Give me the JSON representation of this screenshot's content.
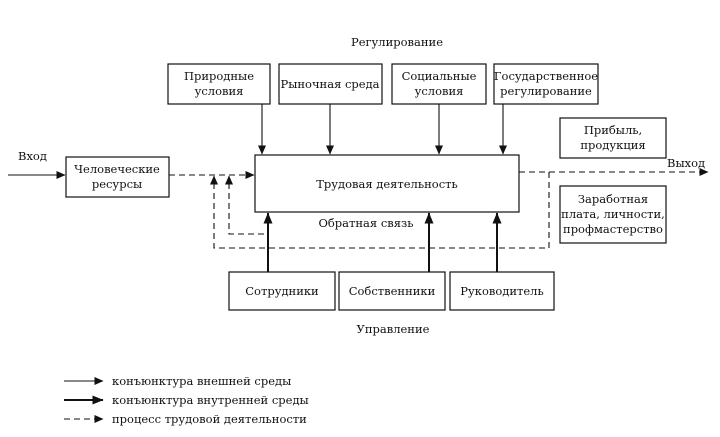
{
  "labels": {
    "top_group": "Регулирование",
    "bottom_group": "Управление",
    "input": "Вход",
    "output": "Выход",
    "feedback": "Обратная связь"
  },
  "boxes": {
    "human_resources": [
      "Человеческие",
      "ресурсы"
    ],
    "labor_activity": [
      "Трудовая деятельность"
    ],
    "natural_conditions": [
      "Природные",
      "условия"
    ],
    "market_environment": [
      "Рыночная среда"
    ],
    "social_conditions": [
      "Социальные",
      "условия"
    ],
    "state_regulation": [
      "Государственное",
      "регулирование"
    ],
    "profit_output": [
      "Прибыль,",
      "продукция"
    ],
    "wages_personality": [
      "Заработная",
      "плата, личности,",
      "профмастерство"
    ],
    "employees": [
      "Сотрудники"
    ],
    "owners": [
      "Собственники"
    ],
    "manager": [
      "Руководитель"
    ]
  },
  "legend": [
    {
      "style": "thin",
      "label": "конъюнктура внешней среды"
    },
    {
      "style": "thick",
      "label": "конъюнктура внутренней среды"
    },
    {
      "style": "dashed",
      "label": "процесс трудовой деятельности"
    }
  ]
}
